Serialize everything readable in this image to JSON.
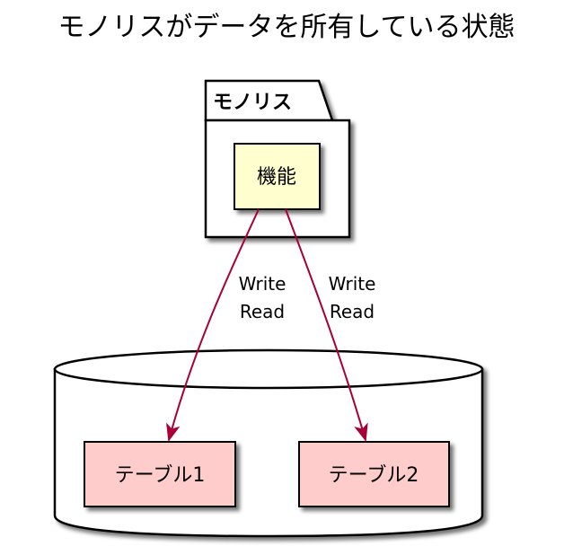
{
  "diagram": {
    "title": "モノリスがデータを所有している状態",
    "package": {
      "label": "モノリス",
      "component": "機能"
    },
    "database": {
      "tables": [
        "テーブル1",
        "テーブル2"
      ]
    },
    "edges": [
      {
        "line1": "Write",
        "line2": "Read",
        "target": "テーブル1"
      },
      {
        "line1": "Write",
        "line2": "Read",
        "target": "テーブル2"
      }
    ],
    "colors": {
      "component_fill": "#FEFECE",
      "table_fill": "#FFCCCC",
      "arrow": "#A80036",
      "border": "#000000",
      "shadow": "#9A9A9A"
    }
  }
}
